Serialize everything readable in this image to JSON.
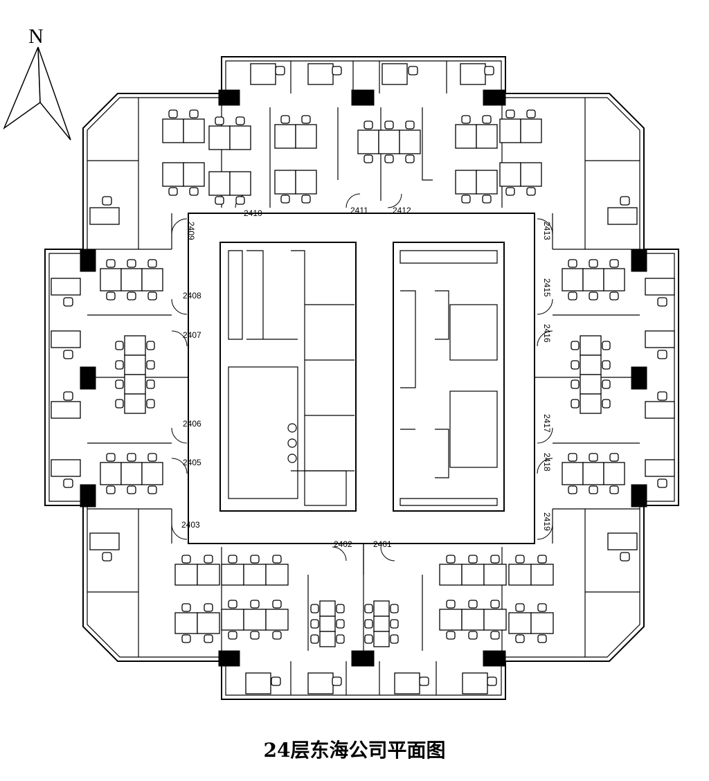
{
  "north_label": "N",
  "caption": "24层东海公司平面图",
  "rooms": [
    {
      "id": "2401",
      "label": "2401"
    },
    {
      "id": "2402",
      "label": "2402"
    },
    {
      "id": "2403",
      "label": "2403"
    },
    {
      "id": "2405",
      "label": "2405"
    },
    {
      "id": "2406",
      "label": "2406"
    },
    {
      "id": "2407",
      "label": "2407"
    },
    {
      "id": "2408",
      "label": "2408"
    },
    {
      "id": "2409",
      "label": "2409"
    },
    {
      "id": "2410",
      "label": "2410"
    },
    {
      "id": "2411",
      "label": "2411"
    },
    {
      "id": "2412",
      "label": "2412"
    },
    {
      "id": "2413",
      "label": "2413"
    },
    {
      "id": "2415",
      "label": "2415"
    },
    {
      "id": "2416",
      "label": "2416"
    },
    {
      "id": "2417",
      "label": "2417"
    },
    {
      "id": "2418",
      "label": "2418"
    },
    {
      "id": "2419",
      "label": "2419"
    }
  ]
}
